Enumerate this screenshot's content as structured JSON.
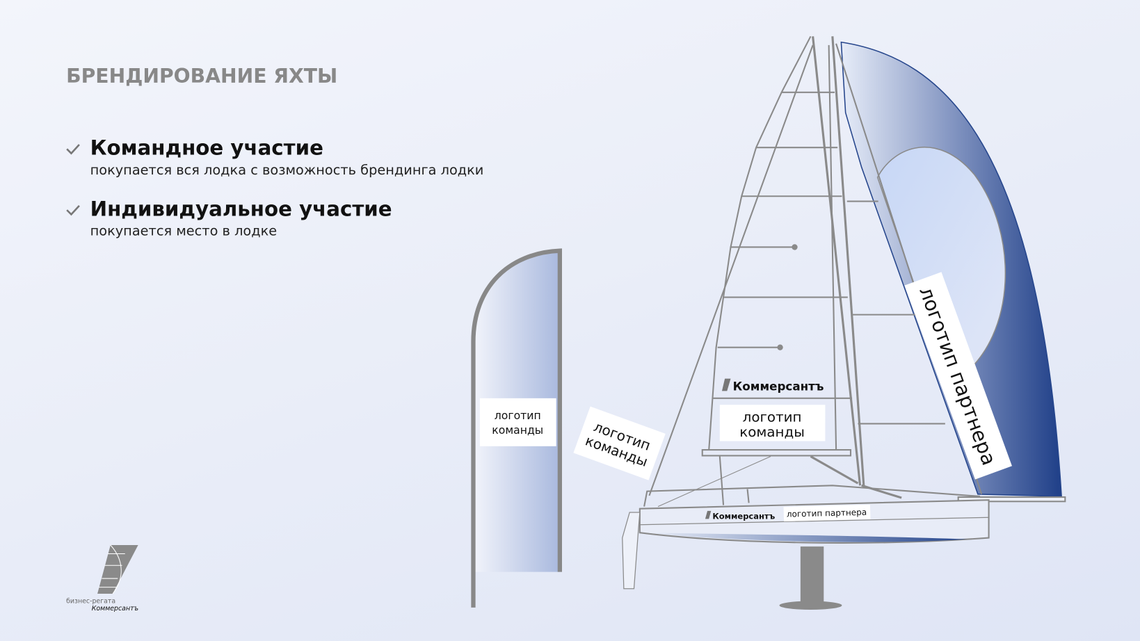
{
  "title": "БРЕНДИРОВАНИЕ ЯХТЫ",
  "options": [
    {
      "heading": "Командное участие",
      "description": "покупается вся лодка с возможность брендинга лодки",
      "icon": "check-icon"
    },
    {
      "heading": "Индивидуальное участие",
      "description": "покупается место в лодке",
      "icon": "check-icon"
    }
  ],
  "flag": {
    "label_line1": "логотип",
    "label_line2": "команды"
  },
  "yacht": {
    "bow_label_line1": "логотип",
    "bow_label_line2": "команды",
    "mainsail_brand": "Коммерсантъ",
    "mainsail_label_line1": "логотип",
    "mainsail_label_line2": "команды",
    "spinnaker_label": "логотип партнера",
    "hull_brand": "Коммерсантъ",
    "hull_label": "логотип партнера"
  },
  "footer_logo": {
    "line1": "бизнес-регата",
    "line2": "Коммерсантъ"
  },
  "colors": {
    "accent": "#26468c",
    "line": "#8a8a8a",
    "title": "#888888"
  }
}
